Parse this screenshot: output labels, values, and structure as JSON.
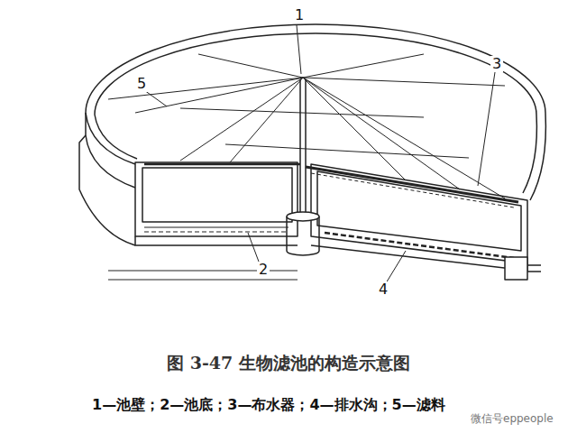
{
  "diagram": {
    "caption": "图 3-47 生物滤池的构造示意图",
    "labels": [
      "1",
      "5",
      "3",
      "2",
      "4",
      "1—池壁；2—池底；3—布水器；4—排水沟；5—滤料",
      "微信号eppeople"
    ]
  }
}
